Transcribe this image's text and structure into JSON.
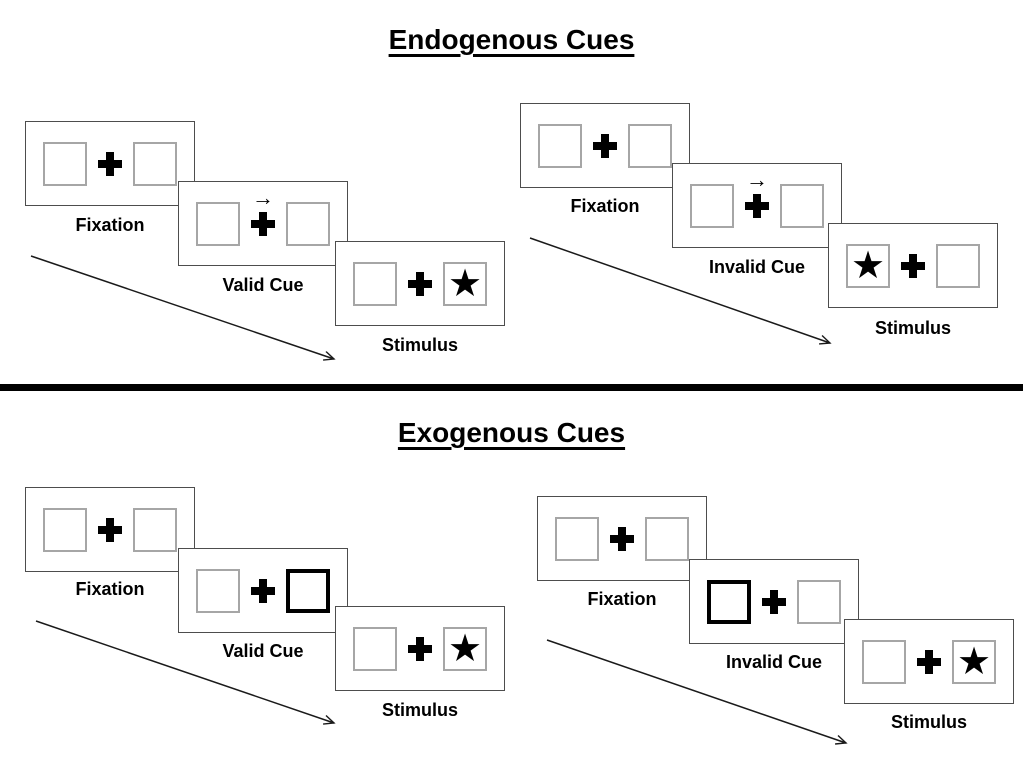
{
  "icons": {
    "star": "★",
    "cue_arrow": "→"
  },
  "colors": {
    "ink": "#000000",
    "panel_border": "#4d4d4d",
    "box_border": "#a6a6a6",
    "background": "#ffffff"
  },
  "sections": [
    {
      "title": "Endogenous Cues",
      "sequences": [
        {
          "condition": "valid",
          "panels": [
            {
              "label": "Fixation",
              "left_box": "empty",
              "right_box": "empty"
            },
            {
              "label": "Valid Cue",
              "left_box": "empty",
              "right_box": "empty",
              "arrow_direction": "right"
            },
            {
              "label": "Stimulus",
              "left_box": "empty",
              "right_box": "star"
            }
          ]
        },
        {
          "condition": "invalid",
          "panels": [
            {
              "label": "Fixation",
              "left_box": "empty",
              "right_box": "empty"
            },
            {
              "label": "Invalid Cue",
              "left_box": "empty",
              "right_box": "empty",
              "arrow_direction": "right"
            },
            {
              "label": "Stimulus",
              "left_box": "star",
              "right_box": "empty"
            }
          ]
        }
      ]
    },
    {
      "title": "Exogenous Cues",
      "sequences": [
        {
          "condition": "valid",
          "panels": [
            {
              "label": "Fixation",
              "left_box": "empty",
              "right_box": "empty"
            },
            {
              "label": "Valid Cue",
              "left_box": "empty",
              "right_box": "bold"
            },
            {
              "label": "Stimulus",
              "left_box": "empty",
              "right_box": "star"
            }
          ]
        },
        {
          "condition": "invalid",
          "panels": [
            {
              "label": "Fixation",
              "left_box": "empty",
              "right_box": "empty"
            },
            {
              "label": "Invalid Cue",
              "left_box": "bold",
              "right_box": "empty"
            },
            {
              "label": "Stimulus",
              "left_box": "empty",
              "right_box": "star"
            }
          ]
        }
      ]
    }
  ]
}
